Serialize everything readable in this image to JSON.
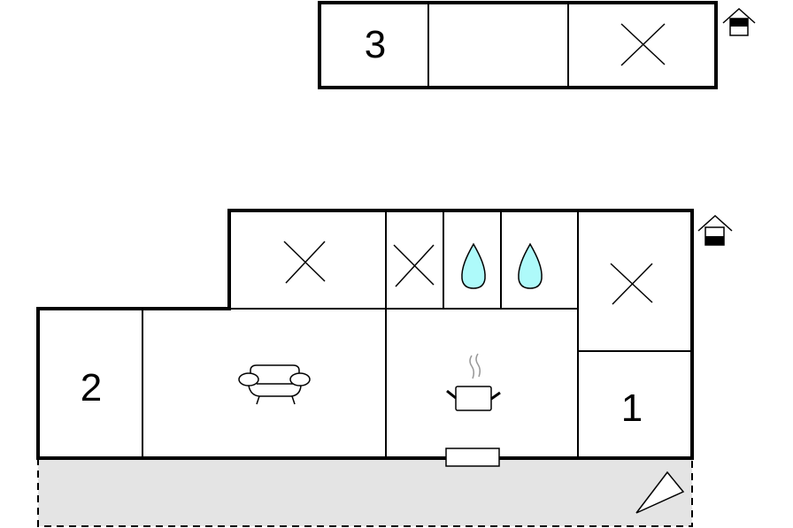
{
  "floor_upper": {
    "label": "3",
    "rooms": [
      {
        "id": "bedroom-3",
        "label": "3",
        "icon": "bedroom-number"
      },
      {
        "id": "empty-room",
        "label": "",
        "icon": "none"
      },
      {
        "id": "other-room",
        "label": "",
        "icon": "x-mark-icon"
      }
    ],
    "level_icon": "house-upper-floor-icon"
  },
  "floor_ground": {
    "rooms": [
      {
        "id": "bedroom-2",
        "label": "2",
        "icon": "bedroom-number"
      },
      {
        "id": "living-room",
        "label": "",
        "icon": "sofa-icon"
      },
      {
        "id": "kitchen",
        "label": "",
        "icon": "cooking-pot-icon"
      },
      {
        "id": "bedroom-1",
        "label": "1",
        "icon": "bedroom-number"
      },
      {
        "id": "top-left-room",
        "label": "",
        "icon": "x-mark-icon"
      },
      {
        "id": "small-room",
        "label": "",
        "icon": "x-mark-icon"
      },
      {
        "id": "bathroom-1",
        "label": "",
        "icon": "water-drop-icon"
      },
      {
        "id": "bathroom-2",
        "label": "",
        "icon": "water-drop-icon"
      },
      {
        "id": "right-room",
        "label": "",
        "icon": "x-mark-icon"
      }
    ],
    "terrace": {
      "icon": "terrace-direction-icon"
    },
    "level_icon": "house-ground-floor-icon"
  },
  "labels": {
    "room3": "3",
    "room2": "2",
    "room1": "1"
  },
  "colors": {
    "wall": "#000000",
    "water": "#aefafa",
    "terrace": "#e4e4e4",
    "steam": "#999999"
  }
}
